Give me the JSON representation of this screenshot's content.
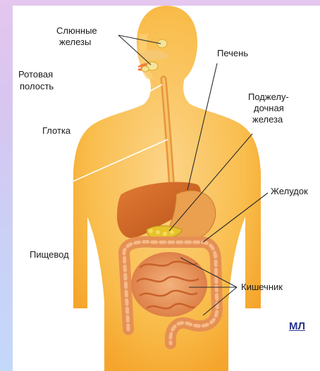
{
  "labels": {
    "salivary_glands_line1": "Слюнные",
    "salivary_glands_line2": "железы",
    "oral_cavity_line1": "Ротовая",
    "oral_cavity_line2": "полость",
    "pharynx": "Глотка",
    "liver": "Печень",
    "pancreas_line1": "Поджелу-",
    "pancreas_line2": "дочная",
    "pancreas_line3": "железа",
    "stomach": "Желудок",
    "esophagus": "Пищевод",
    "intestine": "Кишечник"
  },
  "link_text": "МЛ",
  "colors": {
    "body": "#f8b540",
    "body_light": "#fcd27a",
    "liver": "#d9702a",
    "stomach": "#e89a48",
    "pancreas": "#e6c42a",
    "intestine": "#ec9a62",
    "link": "#2a3690"
  }
}
